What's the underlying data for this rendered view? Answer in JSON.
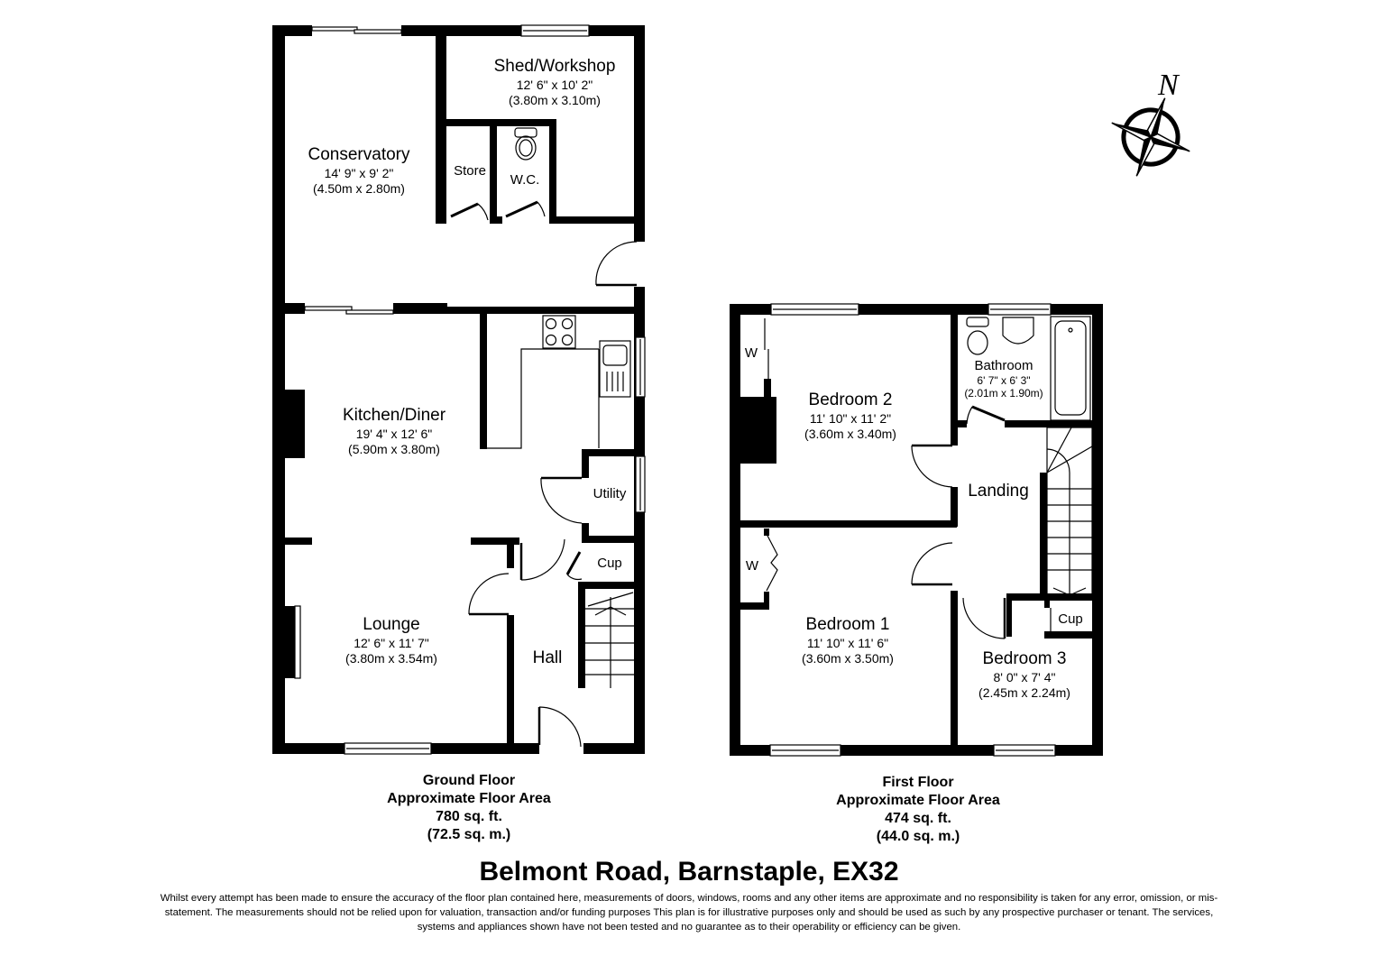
{
  "property": {
    "title": "Belmont Road, Barnstaple, EX32",
    "disclaimer": "Whilst every attempt has been made to ensure the accuracy of the floor plan contained here, measurements of doors, windows, rooms and any other items are approximate and no responsibility is taken for any error, omission, or mis-statement. The measurements should not be relied upon for valuation, transaction and/or funding purposes This plan is for illustrative purposes only and should be used as such by any prospective purchaser or tenant. The services, systems and appliances shown have not been tested and no guarantee as to their operability or efficiency can be given."
  },
  "compass": {
    "icon": "compass-rose-icon",
    "label": "N"
  },
  "ground_floor": {
    "caption": {
      "name": "Ground Floor",
      "subtitle": "Approximate Floor Area",
      "area_imperial": "780 sq. ft.",
      "area_metric": "(72.5 sq. m.)"
    },
    "rooms": {
      "shed": {
        "name": "Shed/Workshop",
        "dim_imperial": "12' 6\" x 10' 2\"",
        "dim_metric": "(3.80m x 3.10m)"
      },
      "conservatory": {
        "name": "Conservatory",
        "dim_imperial": "14' 9\" x 9' 2\"",
        "dim_metric": "(4.50m x 2.80m)"
      },
      "store": {
        "name": "Store"
      },
      "wc": {
        "name": "W.C."
      },
      "kitchen": {
        "name": "Kitchen/Diner",
        "dim_imperial": "19' 4\" x 12' 6\"",
        "dim_metric": "(5.90m x 3.80m)"
      },
      "utility": {
        "name": "Utility"
      },
      "cup": {
        "name": "Cup"
      },
      "lounge": {
        "name": "Lounge",
        "dim_imperial": "12' 6\" x 11' 7\"",
        "dim_metric": "(3.80m x 3.54m)"
      },
      "hall": {
        "name": "Hall"
      }
    }
  },
  "first_floor": {
    "caption": {
      "name": "First Floor",
      "subtitle": "Approximate Floor Area",
      "area_imperial": "474 sq. ft.",
      "area_metric": "(44.0 sq. m.)"
    },
    "rooms": {
      "bedroom2": {
        "name": "Bedroom 2",
        "dim_imperial": "11' 10\" x 11' 2\"",
        "dim_metric": "(3.60m x 3.40m)"
      },
      "bathroom": {
        "name": "Bathroom",
        "dim_imperial": "6' 7\" x 6' 3\"",
        "dim_metric": "(2.01m x 1.90m)"
      },
      "landing": {
        "name": "Landing"
      },
      "bedroom1": {
        "name": "Bedroom 1",
        "dim_imperial": "11' 10\" x 11' 6\"",
        "dim_metric": "(3.60m x 3.50m)"
      },
      "bedroom3": {
        "name": "Bedroom 3",
        "dim_imperial": "8' 0\" x 7' 4\"",
        "dim_metric": "(2.45m x 2.24m)"
      },
      "cup": {
        "name": "Cup"
      },
      "wardrobe2": {
        "name": "W"
      },
      "wardrobe1": {
        "name": "W"
      }
    }
  }
}
